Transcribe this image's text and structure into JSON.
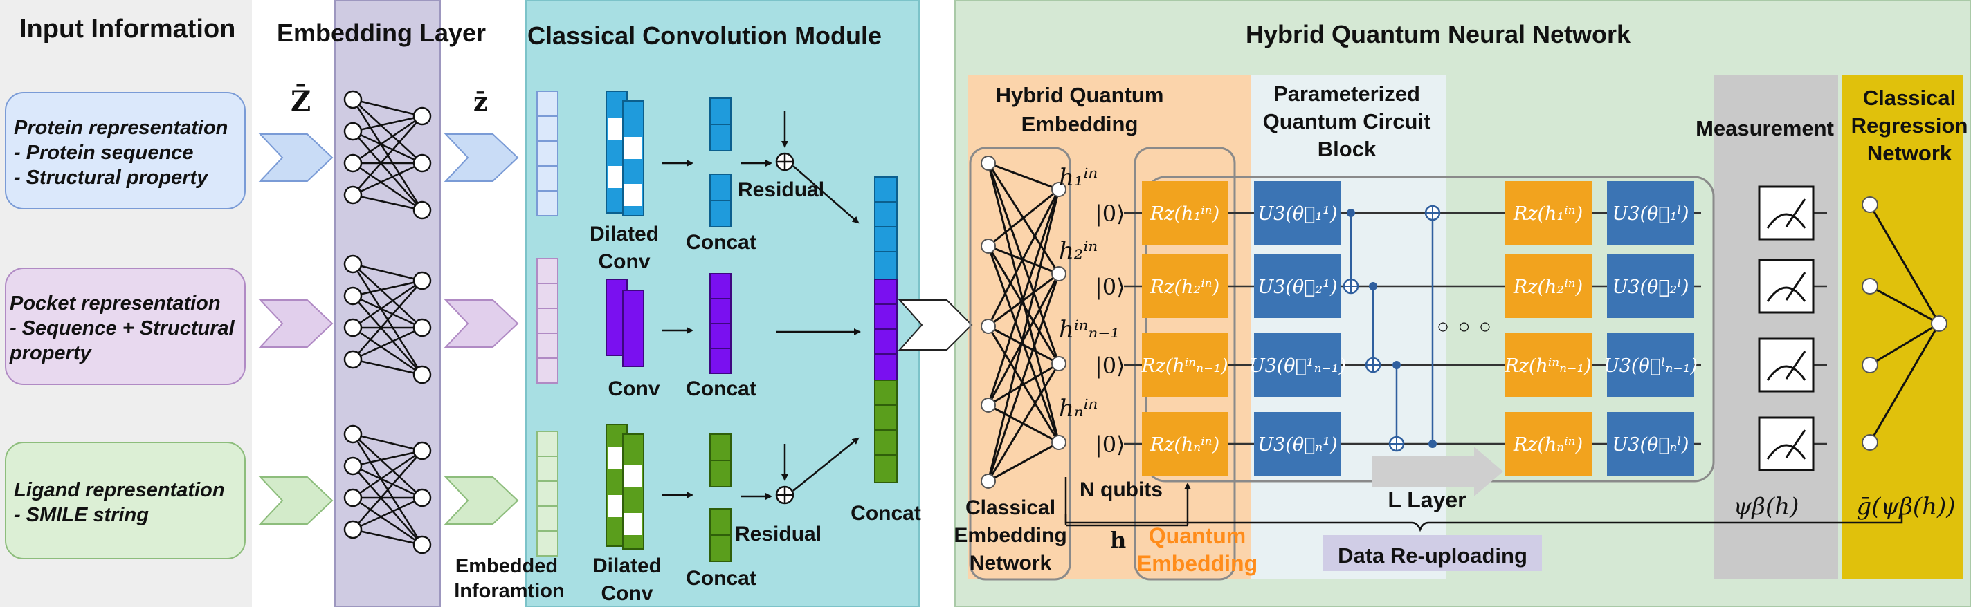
{
  "sections": {
    "input_title": "Input Information",
    "embedding_title": "Embedding Layer",
    "conv_title": "Classical Convolution Module",
    "hqnn_title": "Hybrid Quantum Neural Network",
    "hqe_title": [
      "Hybrid Quantum",
      "Embedding"
    ],
    "pqc_title": [
      "Parameterized",
      "Quantum Circuit",
      "Block"
    ],
    "measurement_title": "Measurement",
    "crn_title": [
      "Classical",
      "Regression",
      "Network"
    ]
  },
  "inputs": [
    {
      "lines": [
        "Protein representation",
        "- Protein sequence",
        "- Structural property"
      ],
      "color": "#dbe8fb",
      "border": "#7a9bd6"
    },
    {
      "lines": [
        "Pocket representation",
        "- Sequence + Structural",
        "property"
      ],
      "color": "#e8d9ef",
      "border": "#b08ac4"
    },
    {
      "lines": [
        "Ligand representation",
        "- SMILE string"
      ],
      "color": "#dcefd5",
      "border": "#8dbd7c"
    }
  ],
  "symbols": {
    "Z_bar": "Z̄",
    "z_bar": "z̄"
  },
  "labels": {
    "embedded": [
      "Embedded",
      "Inforamtion"
    ],
    "dilated_conv": [
      "Dilated",
      "Conv"
    ],
    "conv": "Conv",
    "concat": "Concat",
    "residual": "Residual",
    "classical_embedding": [
      "Classical",
      "Embedding",
      "Network"
    ],
    "h": "h",
    "n_qubits": "N qubits",
    "quantum_embedding": [
      "Quantum",
      "Embedding"
    ],
    "l_layer": "L Layer",
    "data_reuploading": "Data Re-uploading",
    "psi": "ψβ(h)",
    "g": "ḡ(ψβ(h))",
    "ket0": "|0⟩",
    "dots": "○ ○ ○"
  },
  "qubits": [
    {
      "h_label": "h₁ⁱⁿ",
      "rz": "Rz(h₁ⁱⁿ)",
      "u3": "U3(θ⃗₁¹)",
      "u3_out": "U3(θ⃗₁ˡ)"
    },
    {
      "h_label": "h₂ⁱⁿ",
      "rz": "Rz(h₂ⁱⁿ)",
      "u3": "U3(θ⃗₂¹)",
      "u3_out": "U3(θ⃗₂ˡ)"
    },
    {
      "h_label": "hⁱⁿₙ₋₁",
      "rz": "Rz(hⁱⁿₙ₋₁)",
      "u3": "U3(θ⃗¹ₙ₋₁)",
      "u3_out": "U3(θ⃗ˡₙ₋₁)"
    },
    {
      "h_label": "hₙⁱⁿ",
      "rz": "Rz(hₙⁱⁿ)",
      "u3": "U3(θ⃗ₙ¹)",
      "u3_out": "U3(θ⃗ₙˡ)"
    }
  ],
  "colors": {
    "input_bg": "#eeeeee",
    "embed_bg": "#cfcbe2",
    "conv_bg": "#a8dfe3",
    "hqnn_bg": "#d5e8d4",
    "hqe_bg": "#fbd4ab",
    "pqc_bg": "#e8f1f3",
    "measure_bg": "#c9c9c9",
    "crn_bg": "#e0c10c",
    "blue": "#1f9bdc",
    "purple": "#7a10f0",
    "green": "#5a9e1c",
    "gate_orange": "#f2a31e",
    "gate_blue": "#3b74b4",
    "quantum_orange": "#ff8c1a",
    "reupload_bg": "#d0cde6"
  }
}
